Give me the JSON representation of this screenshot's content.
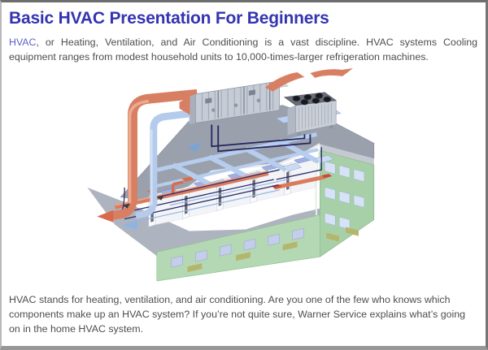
{
  "page": {
    "title": "Basic HVAC Presentation For Beginners",
    "intro": {
      "link_text": "HVAC",
      "text_after_link": ", or Heating, Ventilation, and Air Conditioning is a vast discipline. HVAC systems Cooling equipment ranges from modest household units to 10,000-times-larger refrigeration machines."
    },
    "footer_paragraph": "HVAC stands for heating, ventilation, and air conditioning. Are you one of the few who knows which components make up an HVAC system? If you’re not quite sure, Warner Service explains what’s going on in the home HVAC system.",
    "illustration": {
      "description": "Isometric cutaway illustration of a commercial building HVAC system",
      "components": [
        "air-handling-unit",
        "rooftop-cooling-unit",
        "exhaust-air-duct",
        "return-air-duct",
        "supply-air-duct",
        "chilled-water-pipes",
        "ceiling-diffusers",
        "building-cutaway"
      ]
    },
    "colors": {
      "title": "#3434b2",
      "link": "#6060ca",
      "body_text": "#4e4e4e",
      "warm_duct": "#d87f63",
      "cool_duct": "#b5cbec",
      "building_green": "#b3d8b3",
      "roof_gray": "#9aa1ad"
    }
  }
}
